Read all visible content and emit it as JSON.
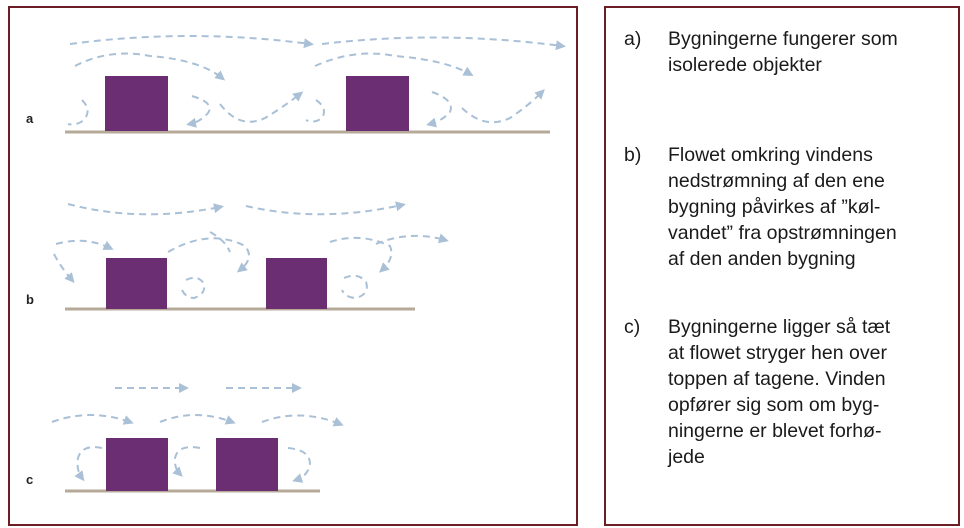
{
  "diagram": {
    "rows": [
      {
        "letter": "a",
        "description": "Bygningerne fungerer som\nisolerede objekter"
      },
      {
        "letter": "b",
        "description": "Flowet omkring vindens\nnedstrømning af den ene\nbygning påvirkes af ”køl-\nvandet” fra opstrømningen\naf den anden bygning"
      },
      {
        "letter": "c",
        "description": "Bygningerne ligger så tæt\nat flowet stryger hen over\ntoppen af tagene. Vinden\nopfører sig som om byg-\nningerne er blevet forhø-\njede"
      }
    ],
    "markers": [
      "a)",
      "b)",
      "c)"
    ],
    "colors": {
      "frame": "#6b1f24",
      "building": "#6b2e72",
      "ground": "#b5aa98",
      "wind_arrow": "#a9c0d6"
    }
  }
}
